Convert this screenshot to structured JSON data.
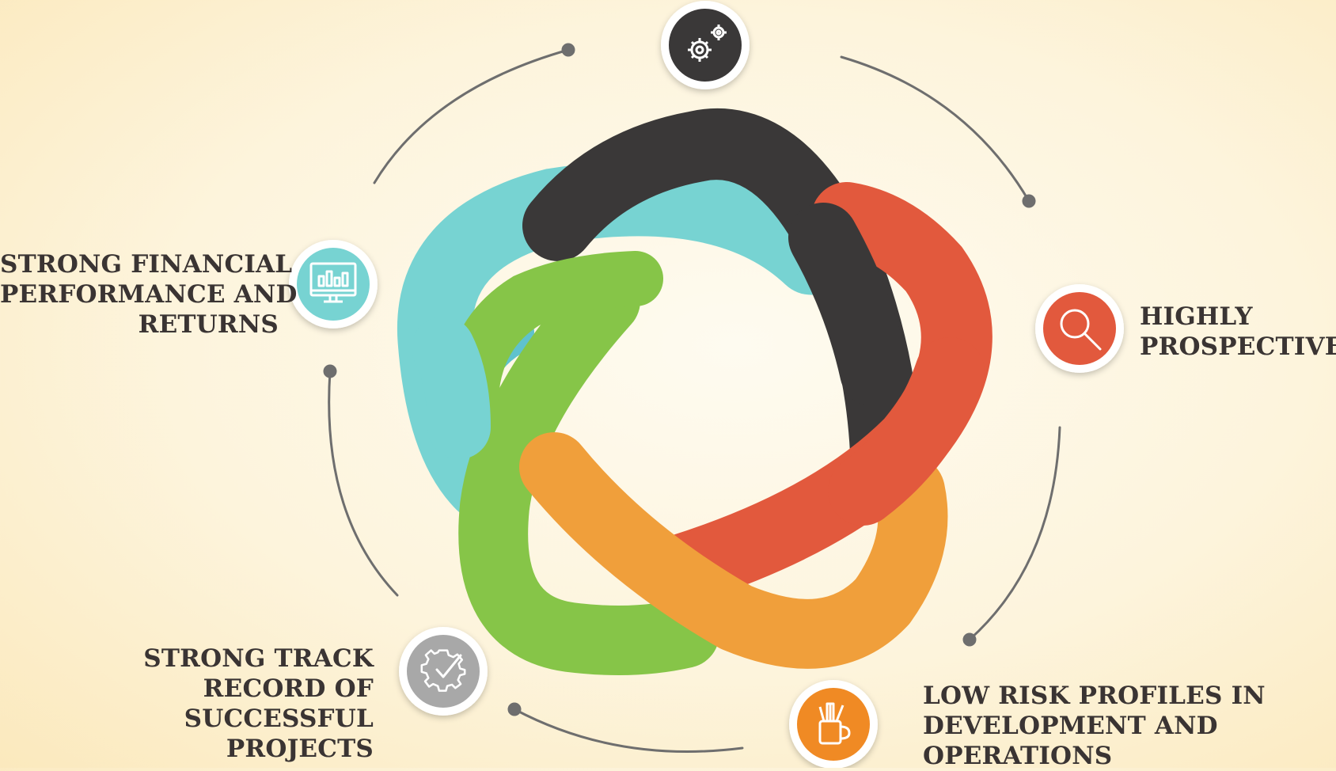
{
  "colors": {
    "black": "#3a3838",
    "black_dark": "#252424",
    "cyan": "#77d3d2",
    "cyan_dark": "#5fc2ce",
    "red": "#e2593d",
    "red_dark": "#cf4a30",
    "green": "#86c548",
    "green_dark": "#5f9a31",
    "orange": "#f09f3b",
    "orange_dark": "#d87b10",
    "connector": "#6e6e6e"
  },
  "items": [
    {
      "id": "settings",
      "icon": "gears-icon",
      "color": "#3a3838",
      "lines": []
    },
    {
      "id": "prospective",
      "icon": "magnifier-icon",
      "color": "#e2593d",
      "lines": [
        "HIGHLY",
        "PROSPECTIVE"
      ]
    },
    {
      "id": "low_risk",
      "icon": "pencil-cup-icon",
      "color": "#f08a24",
      "lines": [
        "LOW RISK PROFILES IN",
        "DEVELOPMENT  AND",
        "OPERATIONS"
      ]
    },
    {
      "id": "track_record",
      "icon": "gear-check-icon",
      "color": "#a8a8a8",
      "lines": [
        "STRONG TRACK",
        "RECORD OF",
        "SUCCESSFUL",
        "PROJECTS"
      ]
    },
    {
      "id": "financial",
      "icon": "monitor-chart-icon",
      "color": "#77d3d2",
      "lines": [
        "STRONG FINANCIAL",
        "PERFORMANCE AND",
        "RETURNS"
      ]
    }
  ]
}
